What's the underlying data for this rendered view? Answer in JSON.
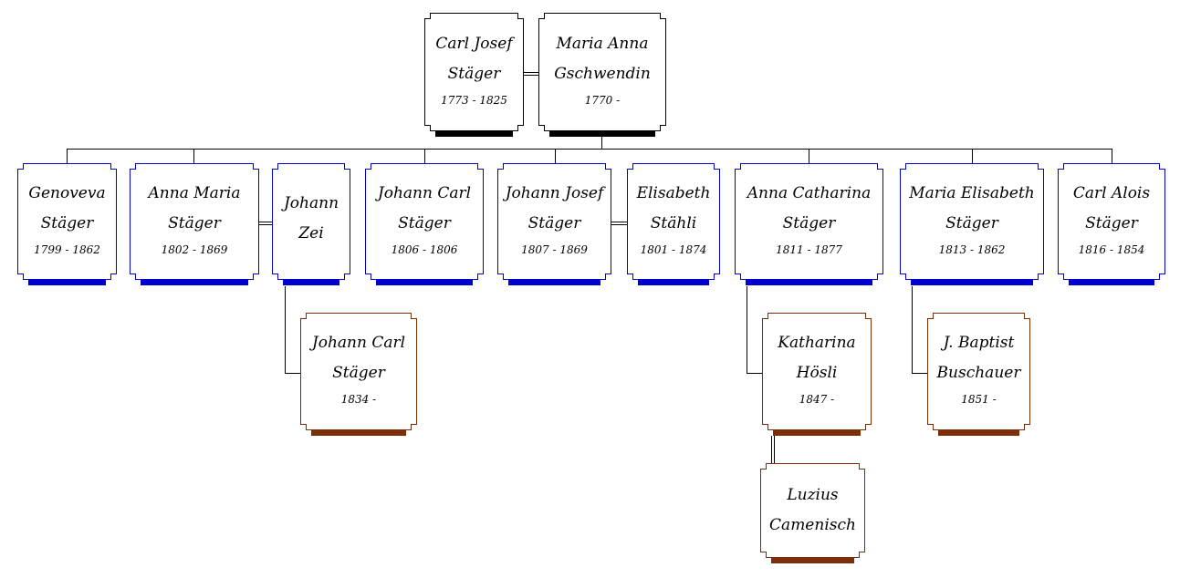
{
  "colors": {
    "root": "#000000",
    "child": "#0000cc",
    "grandchild": "#7a2e0a",
    "connector": "#000000"
  },
  "people": {
    "carl_josef": {
      "name1": "Carl Josef",
      "name2": "Stäger",
      "dates": "1773 - 1825"
    },
    "maria_anna": {
      "name1": "Maria Anna",
      "name2": "Gschwendin",
      "dates": "1770 -"
    },
    "genoveva": {
      "name1": "Genoveva",
      "name2": "Stäger",
      "dates": "1799 - 1862"
    },
    "anna_maria": {
      "name1": "Anna Maria",
      "name2": "Stäger",
      "dates": "1802 - 1869"
    },
    "johann_zei": {
      "name1": "Johann",
      "name2": "Zei",
      "dates": ""
    },
    "johann_carl": {
      "name1": "Johann Carl",
      "name2": "Stäger",
      "dates": "1806 - 1806"
    },
    "johann_josef": {
      "name1": "Johann Josef",
      "name2": "Stäger",
      "dates": "1807 - 1869"
    },
    "elisabeth": {
      "name1": "Elisabeth",
      "name2": "Stähli",
      "dates": "1801 - 1874"
    },
    "anna_catharina": {
      "name1": "Anna Catharina",
      "name2": "Stäger",
      "dates": "1811 - 1877"
    },
    "maria_elisabeth": {
      "name1": "Maria Elisabeth",
      "name2": "Stäger",
      "dates": "1813 - 1862"
    },
    "carl_alois": {
      "name1": "Carl Alois",
      "name2": "Stäger",
      "dates": "1816 - 1854"
    },
    "johann_carl_jr": {
      "name1": "Johann Carl",
      "name2": "Stäger",
      "dates": "1834 -"
    },
    "katharina": {
      "name1": "Katharina",
      "name2": "Hösli",
      "dates": "1847 -"
    },
    "j_baptist": {
      "name1": "J. Baptist",
      "name2": "Buschauer",
      "dates": "1851 -"
    },
    "luzius": {
      "name1": "Luzius",
      "name2": "Camenisch",
      "dates": ""
    }
  }
}
